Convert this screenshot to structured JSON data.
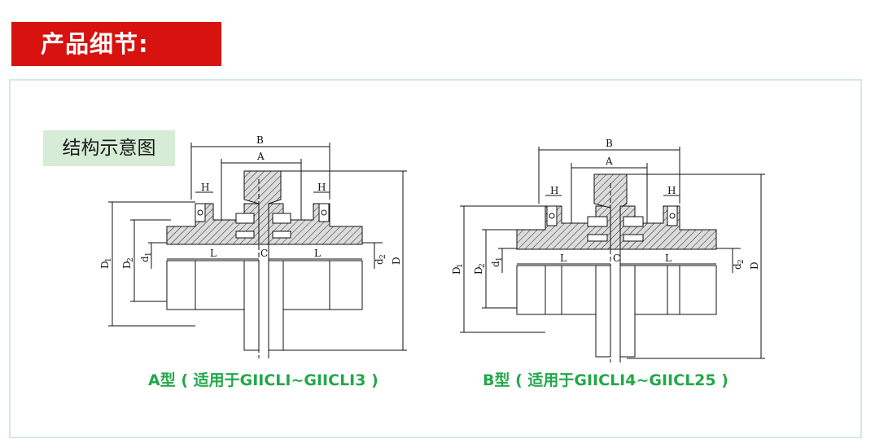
{
  "header": {
    "title": "产品细节:"
  },
  "section": {
    "label": "结构示意图"
  },
  "diagrams": [
    {
      "caption": "A型 ( 适用于GIICLI~GIICLI3 )",
      "labels": {
        "B": "B",
        "A": "A",
        "H_left": "H",
        "H_right": "H",
        "D1": "D",
        "D1_sub": "1",
        "D2": "D",
        "D2_sub": "2",
        "d1": "d",
        "d1_sub": "1",
        "L_left": "L",
        "C": "C",
        "L_right": "L",
        "d2": "d",
        "d2_sub": "2",
        "D": "D"
      }
    },
    {
      "caption": "B型 ( 适用于GIICLI4~GIICL25 )",
      "labels": {
        "B": "B",
        "A": "A",
        "H_left": "H",
        "H_right": "H",
        "D1": "D",
        "D1_sub": "1",
        "D2": "D",
        "D2_sub": "2",
        "d1": "d",
        "d1_sub": "1",
        "L_left": "L",
        "C": "C",
        "L_right": "L",
        "d2": "d",
        "d2_sub": "2",
        "D": "D"
      }
    }
  ],
  "colors": {
    "banner": "#d7120f",
    "caption": "#22a84a",
    "section_bg": "#d6ecd6",
    "panel_border": "#d4e7e7"
  }
}
